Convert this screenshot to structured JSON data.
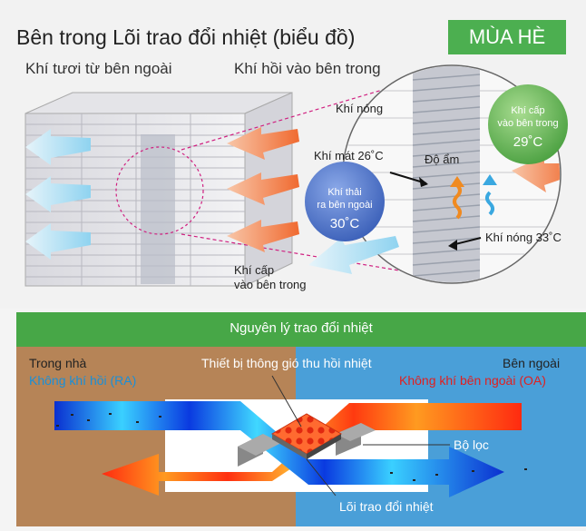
{
  "top": {
    "title": "Bên trong Lõi trao đổi nhiệt (biểu đồ)",
    "season_badge": "MÙA HÈ",
    "fresh_air_label": "Khí tươi từ bên ngoài",
    "return_air_label": "Khí hồi vào bên trong",
    "hot_air": "Khí nóng",
    "cool_air": "Khí mát 26˚C",
    "humidity": "Độ ẩm",
    "hot_air_temp": "Khí nóng 33˚C",
    "supply_bottom_line1": "Khí cấp",
    "supply_bottom_line2": "vào bên trong",
    "exhaust_bubble_line1": "Khí thải",
    "exhaust_bubble_line2": "ra bên ngoài",
    "exhaust_bubble_temp": "30˚C",
    "supply_bubble_line1": "Khí cấp",
    "supply_bubble_line2": "vào bên trong",
    "supply_bubble_temp": "29˚C"
  },
  "bottom": {
    "header": "Nguyên lý trao đổi nhiệt",
    "indoor_label": "Trong nhà",
    "return_air_ra": "Không khí hồi (RA)",
    "device_label": "Thiết bị thông gió thu hồi nhiệt",
    "outdoor_label": "Bên ngoài",
    "outdoor_air_oa": "Không khí bên ngoài (OA)",
    "filter_label": "Bộ lọc",
    "core_label": "Lõi trao đổi nhiệt"
  },
  "colors": {
    "badge_green": "#4caf50",
    "header_green": "#3a9a3a",
    "indoor_brown": "#b68457",
    "outdoor_blue": "#4a9fd8",
    "hot_orange": "#f08050",
    "exhaust_bubble": "#4a6fc0",
    "supply_bubble": "#5bb050",
    "ra_text": "#1a8fd8",
    "oa_text": "#e02020"
  }
}
